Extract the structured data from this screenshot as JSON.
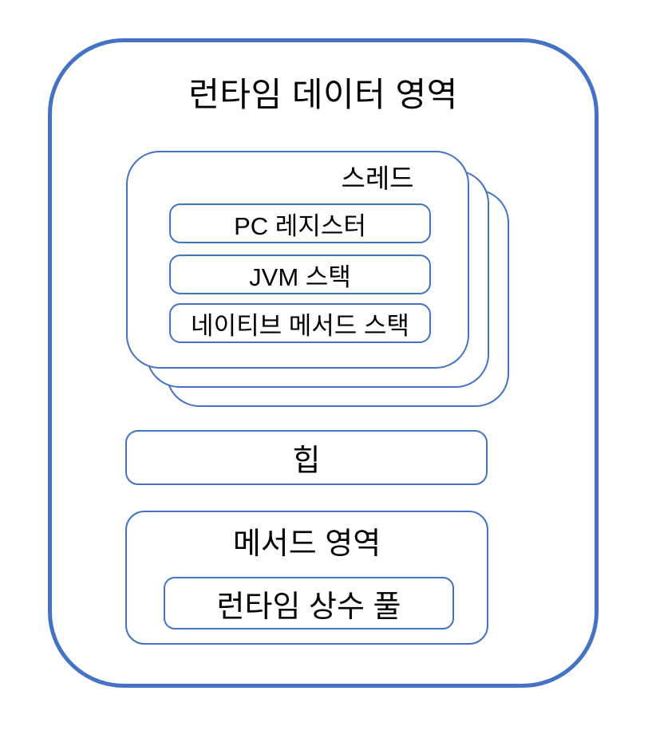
{
  "diagram": {
    "title": "런타임 데이터 영역",
    "thread": {
      "label": "스레드",
      "stack_count": 3,
      "components": [
        "PC 레지스터",
        "JVM 스택",
        "네이티브 메서드 스택"
      ]
    },
    "heap": {
      "label": "힙"
    },
    "method_area": {
      "label": "메서드 영역",
      "runtime_constant_pool": "런타임 상수 풀"
    },
    "colors": {
      "border_blue": "#4472C4",
      "text": "#000000",
      "background": "#FFFFFF"
    }
  }
}
